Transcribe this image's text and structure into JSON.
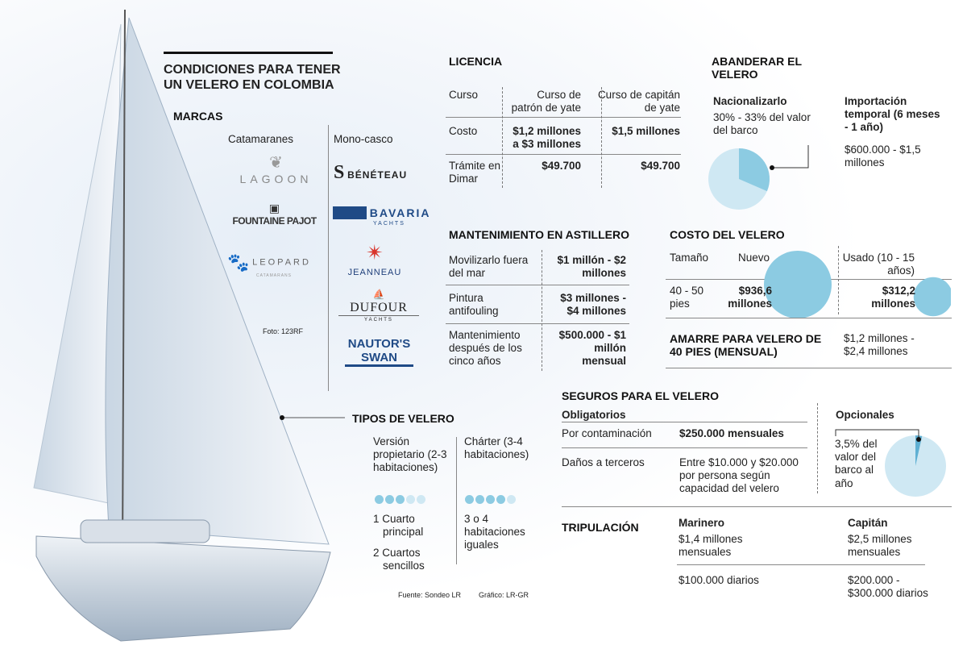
{
  "title": "CONDICIONES PARA TENER UN VELERO EN COLOMBIA",
  "colors": {
    "accent": "#8ccbe2",
    "light": "#cfe8f3",
    "navy": "#1f4a86"
  },
  "marcas": {
    "heading": "MARCAS",
    "catamaranes": {
      "label": "Catamaranes",
      "brands": [
        "LAGOON",
        "FOUNTAINE PAJOT",
        "LEOPARD"
      ]
    },
    "monocasco": {
      "label": "Mono-casco",
      "brands": [
        "BÉNÉTEAU",
        "BAVARIA",
        "JEANNEAU",
        "DUFOUR",
        "NAUTOR'S SWAN"
      ]
    },
    "bavaria_sub": "YACHTS",
    "dufour_sub": "YACHTS",
    "leopard_sub": "CATAMARANS"
  },
  "foto": "Foto: 123RF",
  "licencia": {
    "heading": "LICENCIA",
    "headers": [
      "Curso",
      "Curso de patrón de yate",
      "Curso de capitán de yate"
    ],
    "rows": [
      [
        "Costo",
        "$1,2 millones a $3 millones",
        "$1,5 millones"
      ],
      [
        "Trámite en Dimar",
        "$49.700",
        "$49.700"
      ]
    ]
  },
  "abanderar": {
    "heading": "ABANDERAR EL VELERO",
    "nacionalizar": {
      "label": "Nacionalizarlo",
      "value": "30% - 33% del valor del barco",
      "pie_percent": 31.5
    },
    "importacion": {
      "label": "Importación temporal (6 meses - 1 año)",
      "value": "$600.000 - $1,5 millones"
    }
  },
  "mantenimiento": {
    "heading": "MANTENIMIENTO EN ASTILLERO",
    "rows": [
      [
        "Movilizarlo fuera del mar",
        "$1 millón - $2 millones"
      ],
      [
        "Pintura antifouling",
        "$3 millones - $4 millones"
      ],
      [
        "Mantenimiento después de los cinco años",
        "$500.000 - $1 millón mensual"
      ]
    ]
  },
  "costo": {
    "heading": "COSTO DEL VELERO",
    "headers": [
      "Tamaño",
      "Nuevo",
      "Usado (10 - 15 años)"
    ],
    "size": "40 - 50 pies",
    "nuevo": "$936,6 millones",
    "usado": "$312,2 millones",
    "nuevo_value": 936.6,
    "usado_value": 312.2
  },
  "amarre": {
    "label": "AMARRE PARA VELERO DE 40 PIES (MENSUAL)",
    "value": "$1,2 millones - $2,4 millones"
  },
  "seguros": {
    "heading": "SEGUROS PARA EL VELERO",
    "obligatorios": "Obligatorios",
    "rows": [
      [
        "Por contaminación",
        "$250.000 mensuales"
      ],
      [
        "Daños a terceros",
        "Entre $10.000 y $20.000 por persona según capacidad del velero"
      ]
    ],
    "opcionales": "Opcionales",
    "opcional_value": "3,5% del valor del barco al año",
    "pie_percent": 3.5
  },
  "tripulacion": {
    "heading": "TRIPULACIÓN",
    "marinero": {
      "label": "Marinero",
      "mensual": "$1,4 millones mensuales",
      "diario": "$100.000 diarios"
    },
    "capitan": {
      "label": "Capitán",
      "mensual": "$2,5 millones mensuales",
      "diario": "$200.000 - $300.000 diarios"
    }
  },
  "tipos": {
    "heading": "TIPOS DE VELERO",
    "propietario": {
      "label": "Versión propietario (2-3 habitaciones)",
      "rating": 3,
      "max": 5,
      "items": [
        "1 Cuarto principal",
        "2 Cuartos sencillos"
      ]
    },
    "charter": {
      "label": "Chárter (3-4 habitaciones)",
      "rating": 4,
      "max": 5,
      "items": [
        "3 o 4 habitaciones iguales"
      ]
    }
  },
  "fuente": "Fuente: Sondeo LR",
  "grafico": "Gráfico: LR-GR"
}
